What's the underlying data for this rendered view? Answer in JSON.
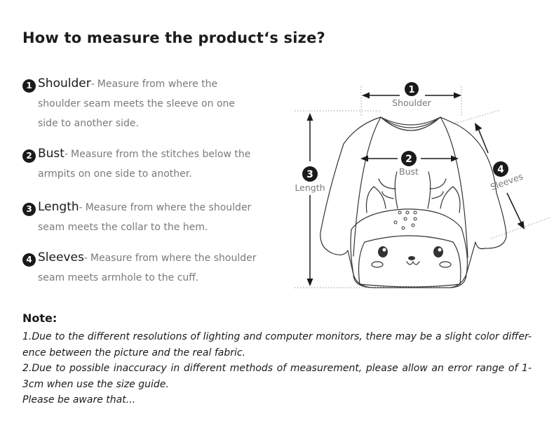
{
  "title": "How to measure the product‘s size?",
  "measurements": [
    {
      "number": "1",
      "label": "Shoulder",
      "separator": "-",
      "first_line": "Measure from where the",
      "rest_lines": [
        "shoulder seam meets the sleeve on one",
        "side to another side."
      ]
    },
    {
      "number": "2",
      "label": "Bust",
      "separator": "-",
      "first_line": "Measure from the stitches below the",
      "rest_lines": [
        "armpits on one side to another."
      ]
    },
    {
      "number": "3",
      "label": "Length",
      "separator": "-",
      "first_line": "Measure from where the shoulder",
      "rest_lines": [
        "seam meets the collar to the hem."
      ]
    },
    {
      "number": "4",
      "label": "Sleeves",
      "separator": "-",
      "first_line": "Measure from where the shoulder",
      "rest_lines": [
        "seam meets armhole to the cuff."
      ]
    }
  ],
  "diagram": {
    "shoulder": {
      "number": "1",
      "label": "Shoulder"
    },
    "bust": {
      "number": "2",
      "label": "Bust"
    },
    "length": {
      "number": "3",
      "label": "Length"
    },
    "sleeves": {
      "number": "4",
      "label": "Sleeves"
    }
  },
  "note": {
    "title": "Note:",
    "paragraphs": [
      "1.Due to the different resolutions of lighting and computer monitors, there may be a slight color differ-ence between the picture and the real fabric.",
      "2.Due to possible inaccuracy in different methods of measurement, please allow an error range of 1-3cm when use the size guide.",
      "Please be aware that..."
    ]
  },
  "colors": {
    "text": "#1a1a1a",
    "muted": "#7a7a7a",
    "badge": "#1a1a1a",
    "line": "#333333"
  }
}
